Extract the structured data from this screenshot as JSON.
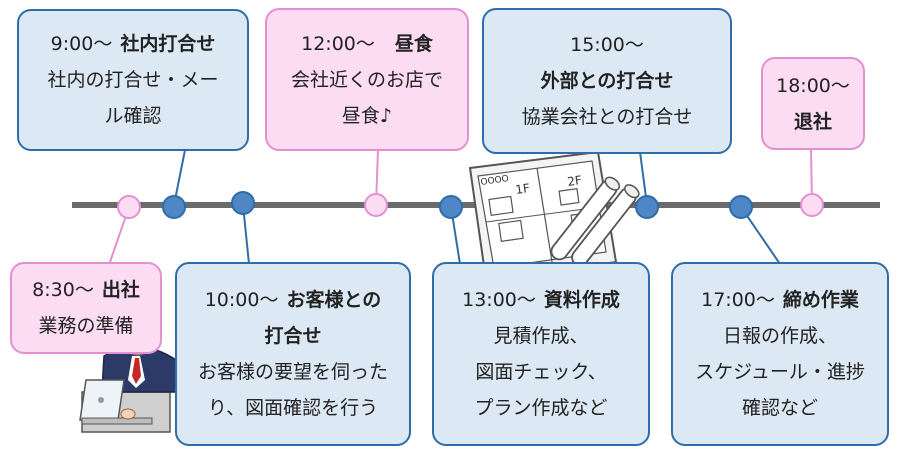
{
  "schedule": [
    {
      "time": "9:00～",
      "title": "社内打合せ",
      "lines": [
        "社内の打合せ・メー",
        "ル確認"
      ],
      "kind": "meeting"
    },
    {
      "time": "12:00～",
      "title": "昼食",
      "lines": [
        "会社近くのお店で",
        "昼食♪"
      ],
      "kind": "personal"
    },
    {
      "time": "15:00～",
      "title": "外部との打合せ",
      "lines": [
        "協業会社との打合せ"
      ],
      "kind": "meeting"
    },
    {
      "time": "18:00～",
      "title": "退社",
      "lines": [],
      "kind": "personal"
    },
    {
      "time": "8:30～",
      "title": "出社",
      "lines": [
        "業務の準備"
      ],
      "kind": "personal"
    },
    {
      "time": "10:00～",
      "title": "お客様との",
      "title2": "打合せ",
      "lines": [
        "お客様の要望を伺った",
        "り、図面確認を行う"
      ],
      "kind": "meeting"
    },
    {
      "time": "13:00～",
      "title": "資料作成",
      "lines": [
        "見積作成、",
        "図面チェック、",
        "プラン作成など"
      ],
      "kind": "meeting"
    },
    {
      "time": "17:00～",
      "title": "締め作業",
      "lines": [
        "日報の作成、",
        "スケジュール・進捗",
        "確認など"
      ],
      "kind": "meeting"
    }
  ],
  "drawing_labels": {
    "first_floor": "1F",
    "second_floor": "2F",
    "dots": "OOOO"
  },
  "colors": {
    "meeting_fill": "#dce9f5",
    "meeting_border": "#2f6da7",
    "personal_fill": "#fbdcf2",
    "personal_border": "#e58fd3",
    "timeline": "#6b6b6b"
  }
}
